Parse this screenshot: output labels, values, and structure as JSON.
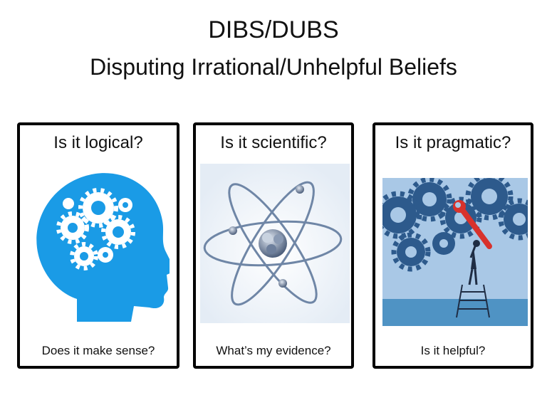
{
  "slide": {
    "title": "DIBS/DUBS",
    "subtitle": "Disputing Irrational/Unhelpful Beliefs"
  },
  "cards": [
    {
      "question": "Is it logical?",
      "answer": "Does it make sense?",
      "image": "head-with-gears-icon"
    },
    {
      "question": "Is it scientific?",
      "answer": "What’s my evidence?",
      "image": "atom-icon"
    },
    {
      "question": "Is it pragmatic?",
      "answer": "Is it helpful?",
      "image": "gears-wrench-ladder-icon"
    }
  ],
  "colors": {
    "head_blue": "#1a9be6",
    "gear_blue": "#2d5a8c",
    "sky_blue": "#a9c8e6",
    "wrench_red": "#d8322c",
    "border": "#000000"
  }
}
